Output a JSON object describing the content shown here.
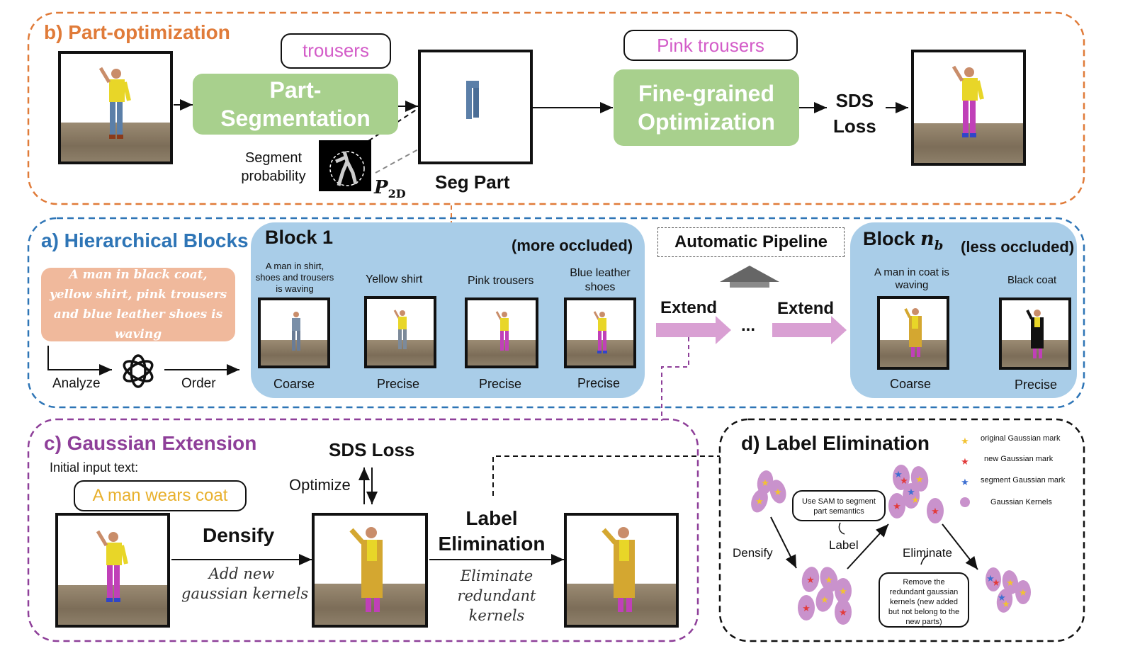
{
  "panels": {
    "b_title": "b) Part-optimization",
    "a_title": "a) Hierarchical Blocks",
    "c_title": "c) Gaussian Extension",
    "d_title": "d) Label Elimination"
  },
  "part_opt": {
    "trousers_tag": "trousers",
    "part_seg_line1": "Part-",
    "part_seg_line2": "Segmentation",
    "segment_prob_line1": "Segment",
    "segment_prob_line2": "probability",
    "p2d_symbol": "P",
    "p2d_sub": "2D",
    "seg_part": "Seg Part",
    "pink_tag": "Pink trousers",
    "fine_line1": "Fine-grained",
    "fine_line2": "Optimization",
    "sds_line1": "SDS",
    "sds_line2": "Loss"
  },
  "hier": {
    "prompt": "A man in black coat, yellow shirt, pink trousers and blue leather shoes is waving",
    "analyze": "Analyze",
    "order": "Order",
    "block1_title": "Block 1",
    "more_occluded": "(more occluded)",
    "b1_cap1": "A man in shirt, shoes and trousers is waving",
    "b1_cap2": "Yellow shirt",
    "b1_cap3": "Pink trousers",
    "b1_cap4": "Blue leather shoes",
    "b1_lab1": "Coarse",
    "b1_lab2": "Precise",
    "b1_lab3": "Precise",
    "b1_lab4": "Precise",
    "auto_pipeline": "Automatic Pipeline",
    "extend1": "Extend",
    "ellipsis": "...",
    "extend2": "Extend",
    "blocknb_title": "Block",
    "blocknb_sym": "n",
    "blocknb_sub": "b",
    "less_occluded": "(less occluded)",
    "bn_cap1": "A man in coat is waving",
    "bn_cap2": "Black coat",
    "bn_lab1": "Coarse",
    "bn_lab2": "Precise"
  },
  "gauss": {
    "initial_text": "Initial input text:",
    "man_coat": "A man wears coat",
    "sds_loss": "SDS Loss",
    "optimize": "Optimize",
    "densify": "Densify",
    "add_new_line1": "Add new",
    "add_new_line2": "gaussian kernels",
    "label_line1": "Label",
    "label_line2": "Elimination",
    "elim_line1": "Eliminate",
    "elim_line2": "redundant",
    "elim_line3": "kernels"
  },
  "label_elim": {
    "legend1": "original Gaussian mark",
    "legend2": "new Gaussian mark",
    "legend3": "segment Gaussian mark",
    "legend4": "Gaussian Kernels",
    "sam_line1": "Use SAM to segment",
    "sam_line2": "part semantics",
    "label": "Label",
    "densify": "Densify",
    "eliminate": "Eliminate",
    "remove_line1": "Remove the",
    "remove_line2": "redundant gaussian",
    "remove_line3": "kernels (new added",
    "remove_line4": "but not belong to the",
    "remove_line5": "new parts)"
  },
  "colors": {
    "orange": "#e07b39",
    "blue": "#2e75b6",
    "purple": "#8e3f99",
    "green_box": "#a8d08d",
    "light_blue": "#a9cde8",
    "salmon": "#f0b99c",
    "pink_text": "#d35cc8",
    "yellow_text": "#e8b02c",
    "arrow_pink": "#d9a0d3"
  }
}
